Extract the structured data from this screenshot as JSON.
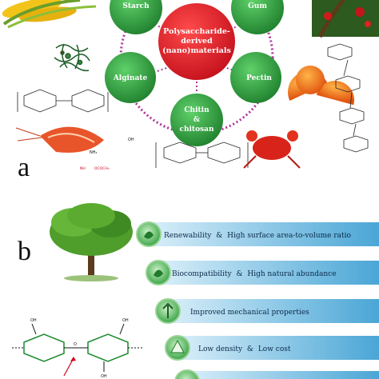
{
  "panel_a": {
    "letter": "a",
    "center_label": [
      "Polysaccharide-",
      "derived",
      "(nano)materials"
    ],
    "nodes": [
      {
        "id": "starch",
        "lines": [
          "Starch"
        ],
        "color": "#2f9e3e"
      },
      {
        "id": "gum",
        "lines": [
          "Gum"
        ],
        "color": "#2f9e3e"
      },
      {
        "id": "alginate",
        "lines": [
          "Alginate"
        ],
        "color": "#2f9e3e"
      },
      {
        "id": "pectin",
        "lines": [
          "Pectin"
        ],
        "color": "#2f9e3e"
      },
      {
        "id": "chitin",
        "lines": [
          "Chitin",
          "&",
          "chitosan"
        ],
        "color": "#2f9e3e"
      }
    ],
    "chem_labels": {
      "nh2": "NH₂",
      "oh": "OH",
      "nh": "NH",
      "ococh3": "OCOCH₃"
    }
  },
  "panel_b": {
    "letter": "b",
    "features": [
      {
        "text_a": "Renewability",
        "amp": "&",
        "text_b": "High surface area-to-volume ratio"
      },
      {
        "text_a": "Biocompatibility",
        "amp": "&",
        "text_b": "High natural abundance"
      },
      {
        "text_a": "Improved mechanical properties",
        "amp": "",
        "text_b": ""
      },
      {
        "text_a": "Low density",
        "amp": "&",
        "text_b": "Low cost"
      },
      {
        "text_a": "",
        "amp": "",
        "text_b": ""
      }
    ],
    "chem_labels": {
      "oh": "OH",
      "o": "O"
    }
  },
  "colors": {
    "center": "#e8212b",
    "node": "#2f9e3e",
    "ring": "#b0309a",
    "banner_light": "#bfe3f4",
    "banner_dark": "#5fb3d9",
    "icon_green": "#3aa53d"
  }
}
